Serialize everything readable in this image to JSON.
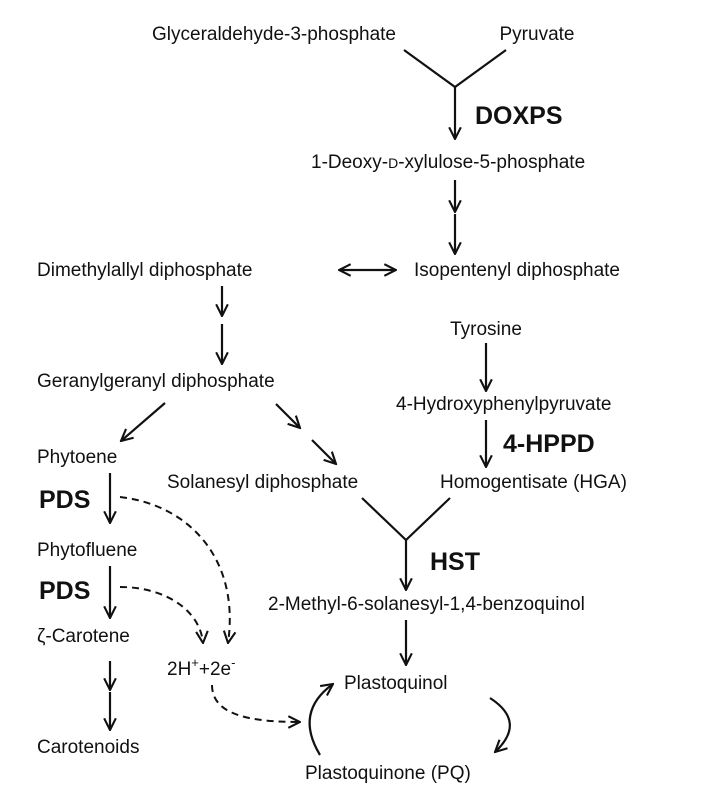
{
  "metabolites": {
    "g3p": "Glyceraldehyde-3-phosphate",
    "pyruvate": "Pyruvate",
    "dxp_pre": "1-Deoxy-",
    "dxp_d": "D",
    "dxp_post": "-xylulose-5-phosphate",
    "dmapp": "Dimethylallyl diphosphate",
    "ipp": "Isopentenyl diphosphate",
    "tyrosine": "Tyrosine",
    "ggpp": "Geranylgeranyl diphosphate",
    "hpp": "4-Hydroxyphenylpyruvate",
    "phytoene": "Phytoene",
    "spp": "Solanesyl diphosphate",
    "hga": "Homogentisate (HGA)",
    "phytofluene": "Phytofluene",
    "msbq": "2-Methyl-6-solanesyl-1,4-benzoquinol",
    "zeta": "ζ-Carotene",
    "electrons_a": "2H",
    "electrons_b": "+",
    "electrons_c": "+2e",
    "electrons_d": "-",
    "plastoquinol": "Plastoquinol",
    "carotenoids": "Carotenoids",
    "plastoquinone": "Plastoquinone (PQ)"
  },
  "enzymes": {
    "doxps": "DOXPS",
    "hppd": "4-HPPD",
    "hst": "HST",
    "pds1": "PDS",
    "pds2": "PDS"
  }
}
